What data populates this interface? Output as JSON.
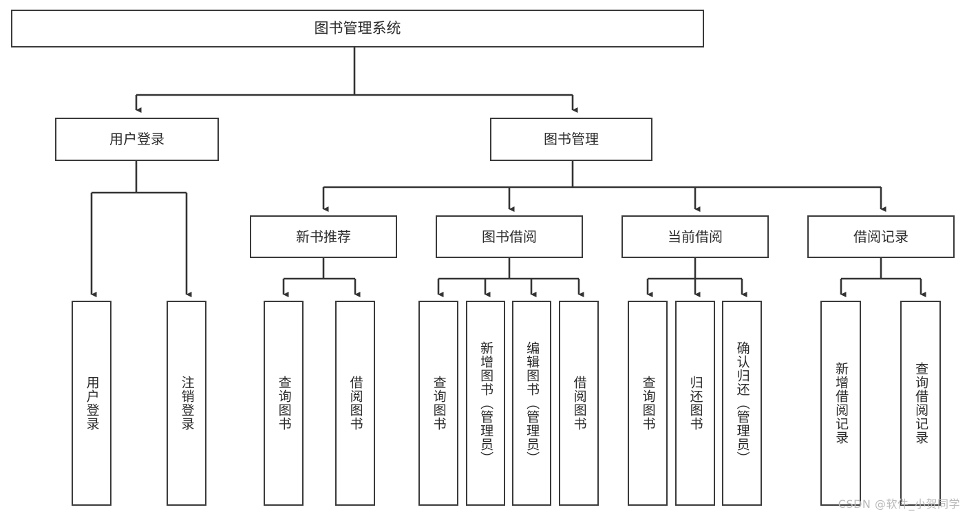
{
  "diagram": {
    "type": "tree-hierarchy",
    "title": "图书管理系统",
    "root": {
      "id": "root",
      "label": "图书管理系统"
    },
    "level1": [
      {
        "id": "user-login",
        "label": "用户登录"
      },
      {
        "id": "book-manage",
        "label": "图书管理"
      }
    ],
    "level2": [
      {
        "id": "new-book-rec",
        "label": "新书推荐",
        "parent": "book-manage"
      },
      {
        "id": "book-borrow",
        "label": "图书借阅",
        "parent": "book-manage"
      },
      {
        "id": "current-borrow",
        "label": "当前借阅",
        "parent": "book-manage"
      },
      {
        "id": "borrow-record",
        "label": "借阅记录",
        "parent": "book-manage"
      }
    ],
    "leaves": [
      {
        "id": "leaf-user-login",
        "label": "用户登录",
        "parent": "user-login"
      },
      {
        "id": "leaf-logout",
        "label": "注销登录",
        "parent": "user-login"
      },
      {
        "id": "leaf-query-book-1",
        "label": "查询图书",
        "parent": "new-book-rec"
      },
      {
        "id": "leaf-borrow-book-1",
        "label": "借阅图书",
        "parent": "new-book-rec"
      },
      {
        "id": "leaf-query-book-2",
        "label": "查询图书",
        "parent": "book-borrow"
      },
      {
        "id": "leaf-add-book",
        "label": "新增图书（管理员）",
        "parent": "book-borrow"
      },
      {
        "id": "leaf-edit-book",
        "label": "编辑图书（管理员）",
        "parent": "book-borrow"
      },
      {
        "id": "leaf-borrow-book-2",
        "label": "借阅图书",
        "parent": "book-borrow"
      },
      {
        "id": "leaf-query-book-3",
        "label": "查询图书",
        "parent": "current-borrow"
      },
      {
        "id": "leaf-return-book",
        "label": "归还图书",
        "parent": "current-borrow"
      },
      {
        "id": "leaf-confirm-return",
        "label": "确认归还（管理员）",
        "parent": "current-borrow"
      },
      {
        "id": "leaf-add-record",
        "label": "新增借阅记录",
        "parent": "borrow-record"
      },
      {
        "id": "leaf-query-record",
        "label": "查询借阅记录",
        "parent": "borrow-record"
      }
    ],
    "colors": {
      "stroke": "#3a3a3a",
      "fill": "#ffffff",
      "text": "#2b2b2b",
      "watermark": "#b9b9b9"
    }
  },
  "watermark": {
    "text": "CSDN @软件_小贺同学"
  }
}
